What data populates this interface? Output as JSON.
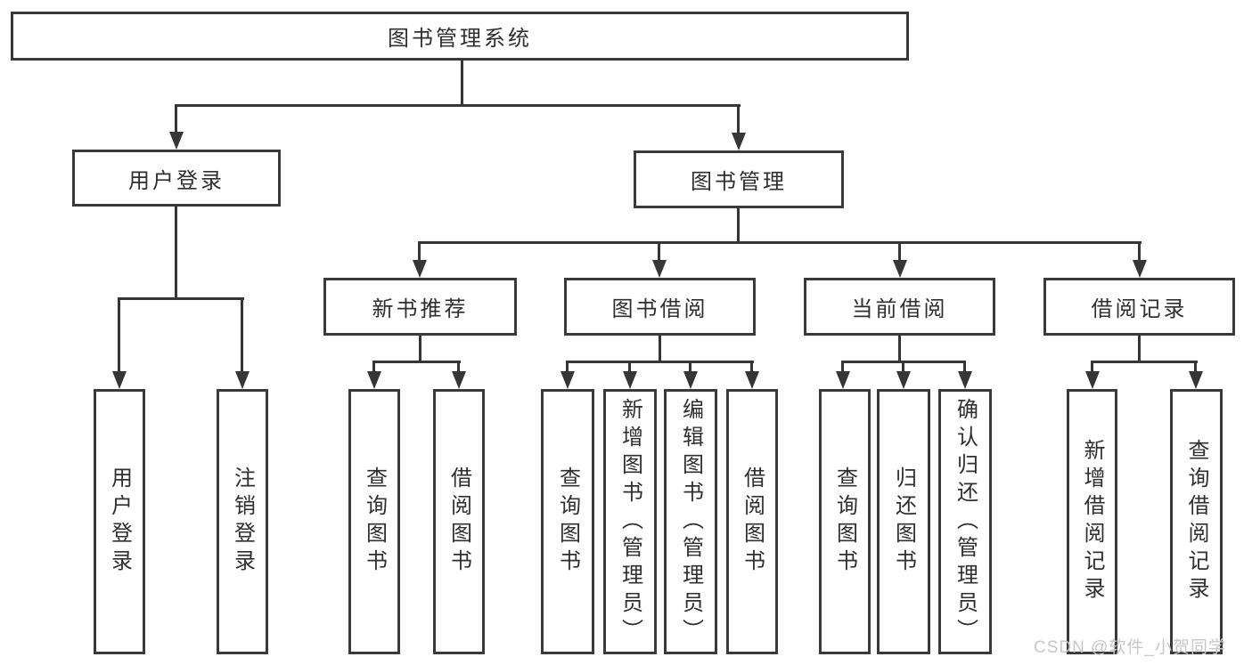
{
  "diagram": {
    "root": "图书管理系统",
    "user_login": {
      "label": "用户登录",
      "children": {
        "login": "用户登录",
        "logout": "注销登录"
      }
    },
    "book_management": {
      "label": "图书管理",
      "sections": {
        "new_book": {
          "label": "新书推荐",
          "children": {
            "query": "查询图书",
            "borrow": "借阅图书"
          }
        },
        "borrowing": {
          "label": "图书借阅",
          "children": {
            "query": "查询图书",
            "add": "新增图书（管理员）",
            "edit": "编辑图书（管理员）",
            "borrow": "借阅图书"
          }
        },
        "current": {
          "label": "当前借阅",
          "children": {
            "query": "查询图书",
            "return": "归还图书",
            "confirm": "确认归还（管理员）"
          }
        },
        "records": {
          "label": "借阅记录",
          "children": {
            "add": "新增借阅记录",
            "query": "查询借阅记录"
          }
        }
      }
    }
  },
  "watermark": "CSDN @软件_小贺同学",
  "colors": {
    "line": "#363636",
    "box_border": "#3a3a3a",
    "box_fill": "#ffffff",
    "text": "#2f2f2f",
    "watermark": "#c8c8c8",
    "background": "#ffffff"
  }
}
